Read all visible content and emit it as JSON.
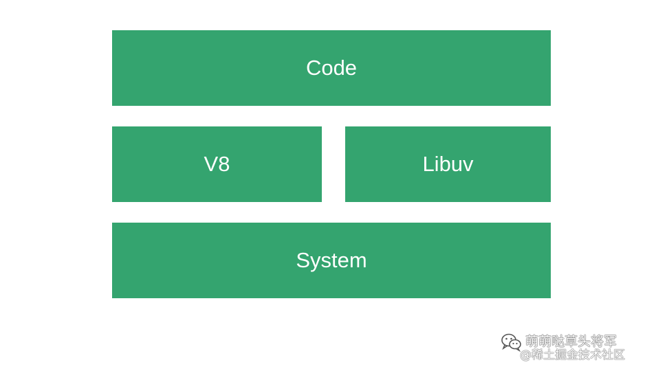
{
  "diagram": {
    "blocks": {
      "code": "Code",
      "v8": "V8",
      "libuv": "Libuv",
      "system": "System"
    },
    "block_color": "#34a46f",
    "text_color": "#ffffff"
  },
  "watermark": {
    "account": "萌萌哒草头将军",
    "source": "@稀土掘金技术社区",
    "icon": "wechat-icon"
  }
}
